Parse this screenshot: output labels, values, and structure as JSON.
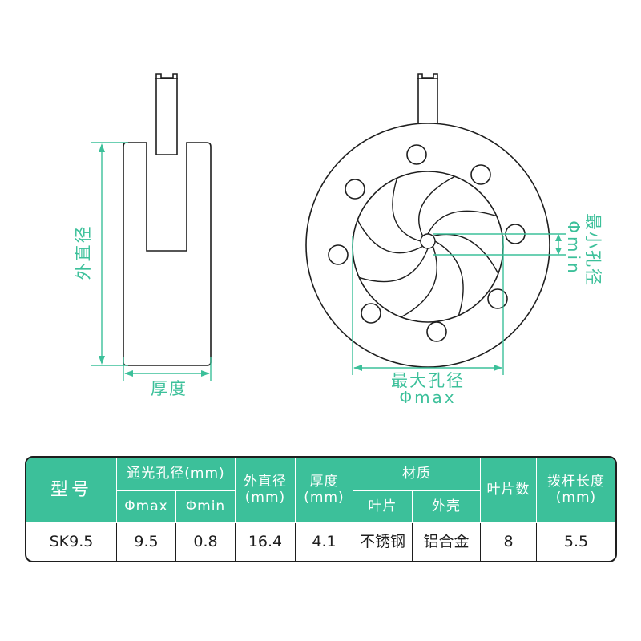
{
  "diagram": {
    "side_view": {
      "outer_diameter_label": "外直径",
      "thickness_label": "厚度"
    },
    "front_view": {
      "min_aperture_label": "最小孔径",
      "min_aperture_symbol": "Φmin",
      "max_aperture_label": "最大孔径",
      "max_aperture_symbol": "Φmax"
    },
    "accent_color": "#3cc09a",
    "line_color": "#1e1e1e"
  },
  "table": {
    "headers": {
      "model": "型号",
      "aperture": "通光孔径(mm)",
      "phi_max": "Φmax",
      "phi_min": "Φmin",
      "outer_diameter_1": "外直径",
      "outer_diameter_2": "(mm)",
      "thickness_1": "厚度",
      "thickness_2": "(mm)",
      "material": "材质",
      "blade": "叶片",
      "shell": "外壳",
      "blade_count": "叶片数",
      "lever_length_1": "拨杆长度",
      "lever_length_2": "(mm)"
    },
    "row": {
      "model": "SK9.5",
      "phi_max": "9.5",
      "phi_min": "0.8",
      "outer_diameter": "16.4",
      "thickness": "4.1",
      "blade_material": "不锈钢",
      "shell_material": "铝合金",
      "blade_count": "8",
      "lever_length": "5.5"
    }
  }
}
